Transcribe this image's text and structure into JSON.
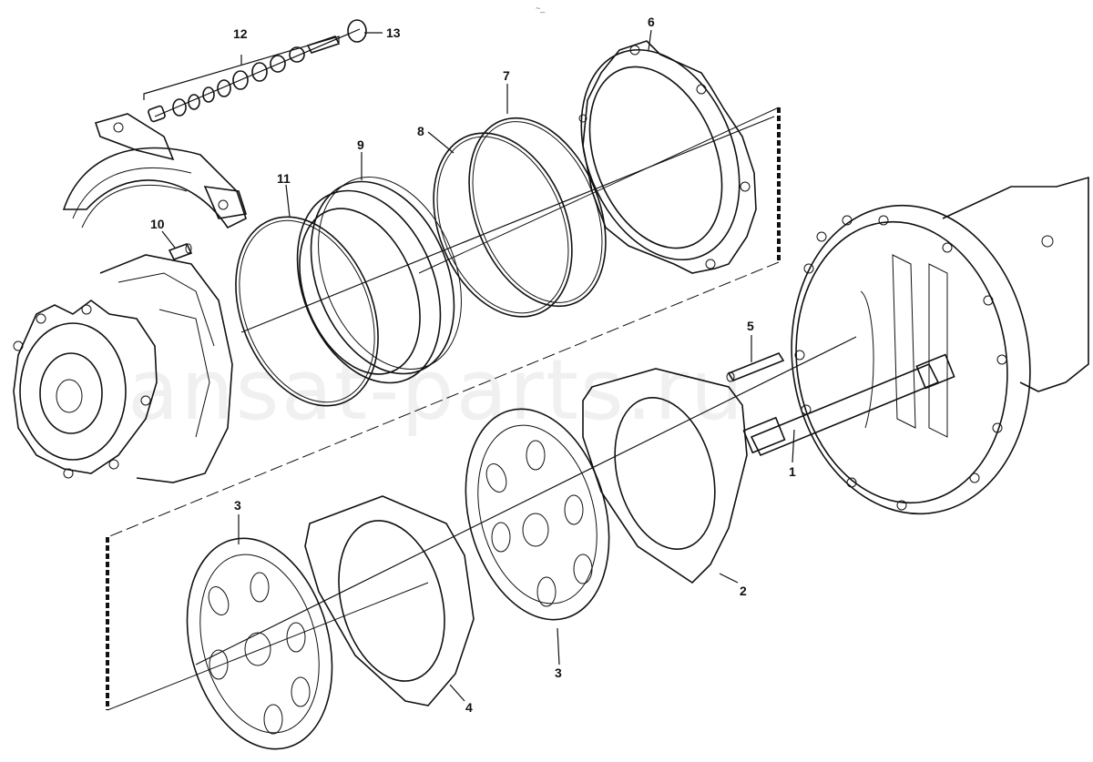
{
  "diagram": {
    "watermark": "ansat-parts.ru",
    "corner_mark": "~_",
    "callouts": [
      {
        "id": "1",
        "part": "splined-shaft"
      },
      {
        "id": "2",
        "part": "separator-plate"
      },
      {
        "id": "3",
        "part": "friction-disc-front"
      },
      {
        "id": "3",
        "part": "friction-disc-rear"
      },
      {
        "id": "4",
        "part": "separator-plate"
      },
      {
        "id": "5",
        "part": "pin"
      },
      {
        "id": "6",
        "part": "piston-housing"
      },
      {
        "id": "7",
        "part": "o-ring-outer"
      },
      {
        "id": "8",
        "part": "o-ring-inner"
      },
      {
        "id": "9",
        "part": "piston"
      },
      {
        "id": "10",
        "part": "dowel-pin"
      },
      {
        "id": "11",
        "part": "seal-ring"
      },
      {
        "id": "12",
        "part": "valve-kit"
      },
      {
        "id": "13",
        "part": "retaining-ring"
      }
    ]
  }
}
